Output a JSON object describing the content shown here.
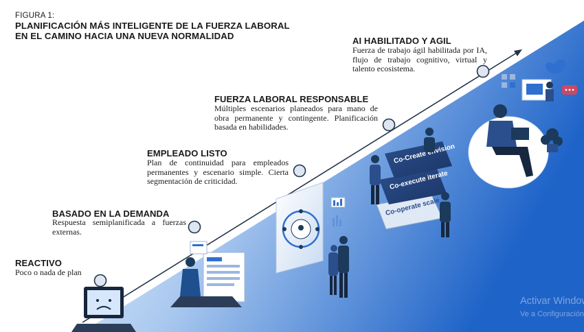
{
  "figure": {
    "label": "FIGURA 1:",
    "title": "PLANIFICACIÓN MÁS INTELIGENTE DE LA FUERZA LABORAL EN EL CAMINO HACIA UNA NUEVA NORMALIDAD"
  },
  "stages": [
    {
      "title": "REACTIVO",
      "desc": "Poco o nada de plan"
    },
    {
      "title": "BASADO EN LA DEMANDA",
      "desc": "Respuesta semiplanificada a fuerzas externas."
    },
    {
      "title": "EMPLEADO LISTO",
      "desc": "Plan de continuidad para empleados permanentes y escenario simple. Cierta segmentación de criticidad."
    },
    {
      "title": "FUERZA LABORAL RESPONSABLE",
      "desc": "Múltiples escenarios planeados para mano de obra permanente y contingente. Planificación basada en habilidades."
    },
    {
      "title": "AI HABILITADO Y AGIL",
      "desc": "Fuerza de trabajo ágil habilitada por IA, flujo de trabajo cognitivo, virtual y talento ecosistema."
    }
  ],
  "cards": {
    "card1": "Co-Create envision",
    "card2": "Co-execute iterate",
    "card3": "Co-operate scale"
  },
  "watermark": {
    "line1": "Activar Windows",
    "line2": "Ve a Configuración"
  },
  "colors": {
    "accent": "#2f6fcf",
    "gradient_light": "#eaf2fc",
    "gradient_dark": "#1e63c8",
    "node_fill": "#dde6f2",
    "node_stroke": "#243447",
    "figure_dark": "#1c3a5c"
  }
}
